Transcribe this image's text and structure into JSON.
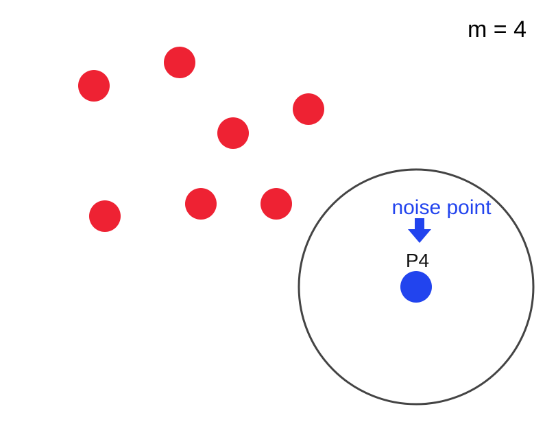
{
  "parameter": {
    "text": "m = 4"
  },
  "annotation": {
    "text": "noise point"
  },
  "point_label": {
    "text": "P4"
  },
  "colors": {
    "core_points": "#ee2233",
    "noise_point": "#2244ee",
    "annotation": "#2244ee",
    "circle_stroke": "#444444",
    "background": "#ffffff"
  },
  "icons": {
    "annotation_arrow": "down-arrow-icon",
    "neighborhood": "epsilon-circle"
  },
  "points": {
    "red_count": 7,
    "blue_count": 1
  }
}
